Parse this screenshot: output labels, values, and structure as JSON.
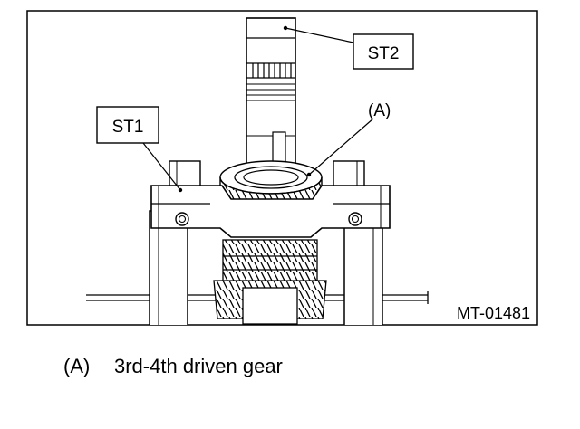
{
  "labels": {
    "st2": "ST2",
    "st1": "ST1",
    "a": "(A)",
    "figure_code": "MT-01481"
  },
  "caption": {
    "key": "(A)",
    "text": "3rd-4th driven gear"
  }
}
